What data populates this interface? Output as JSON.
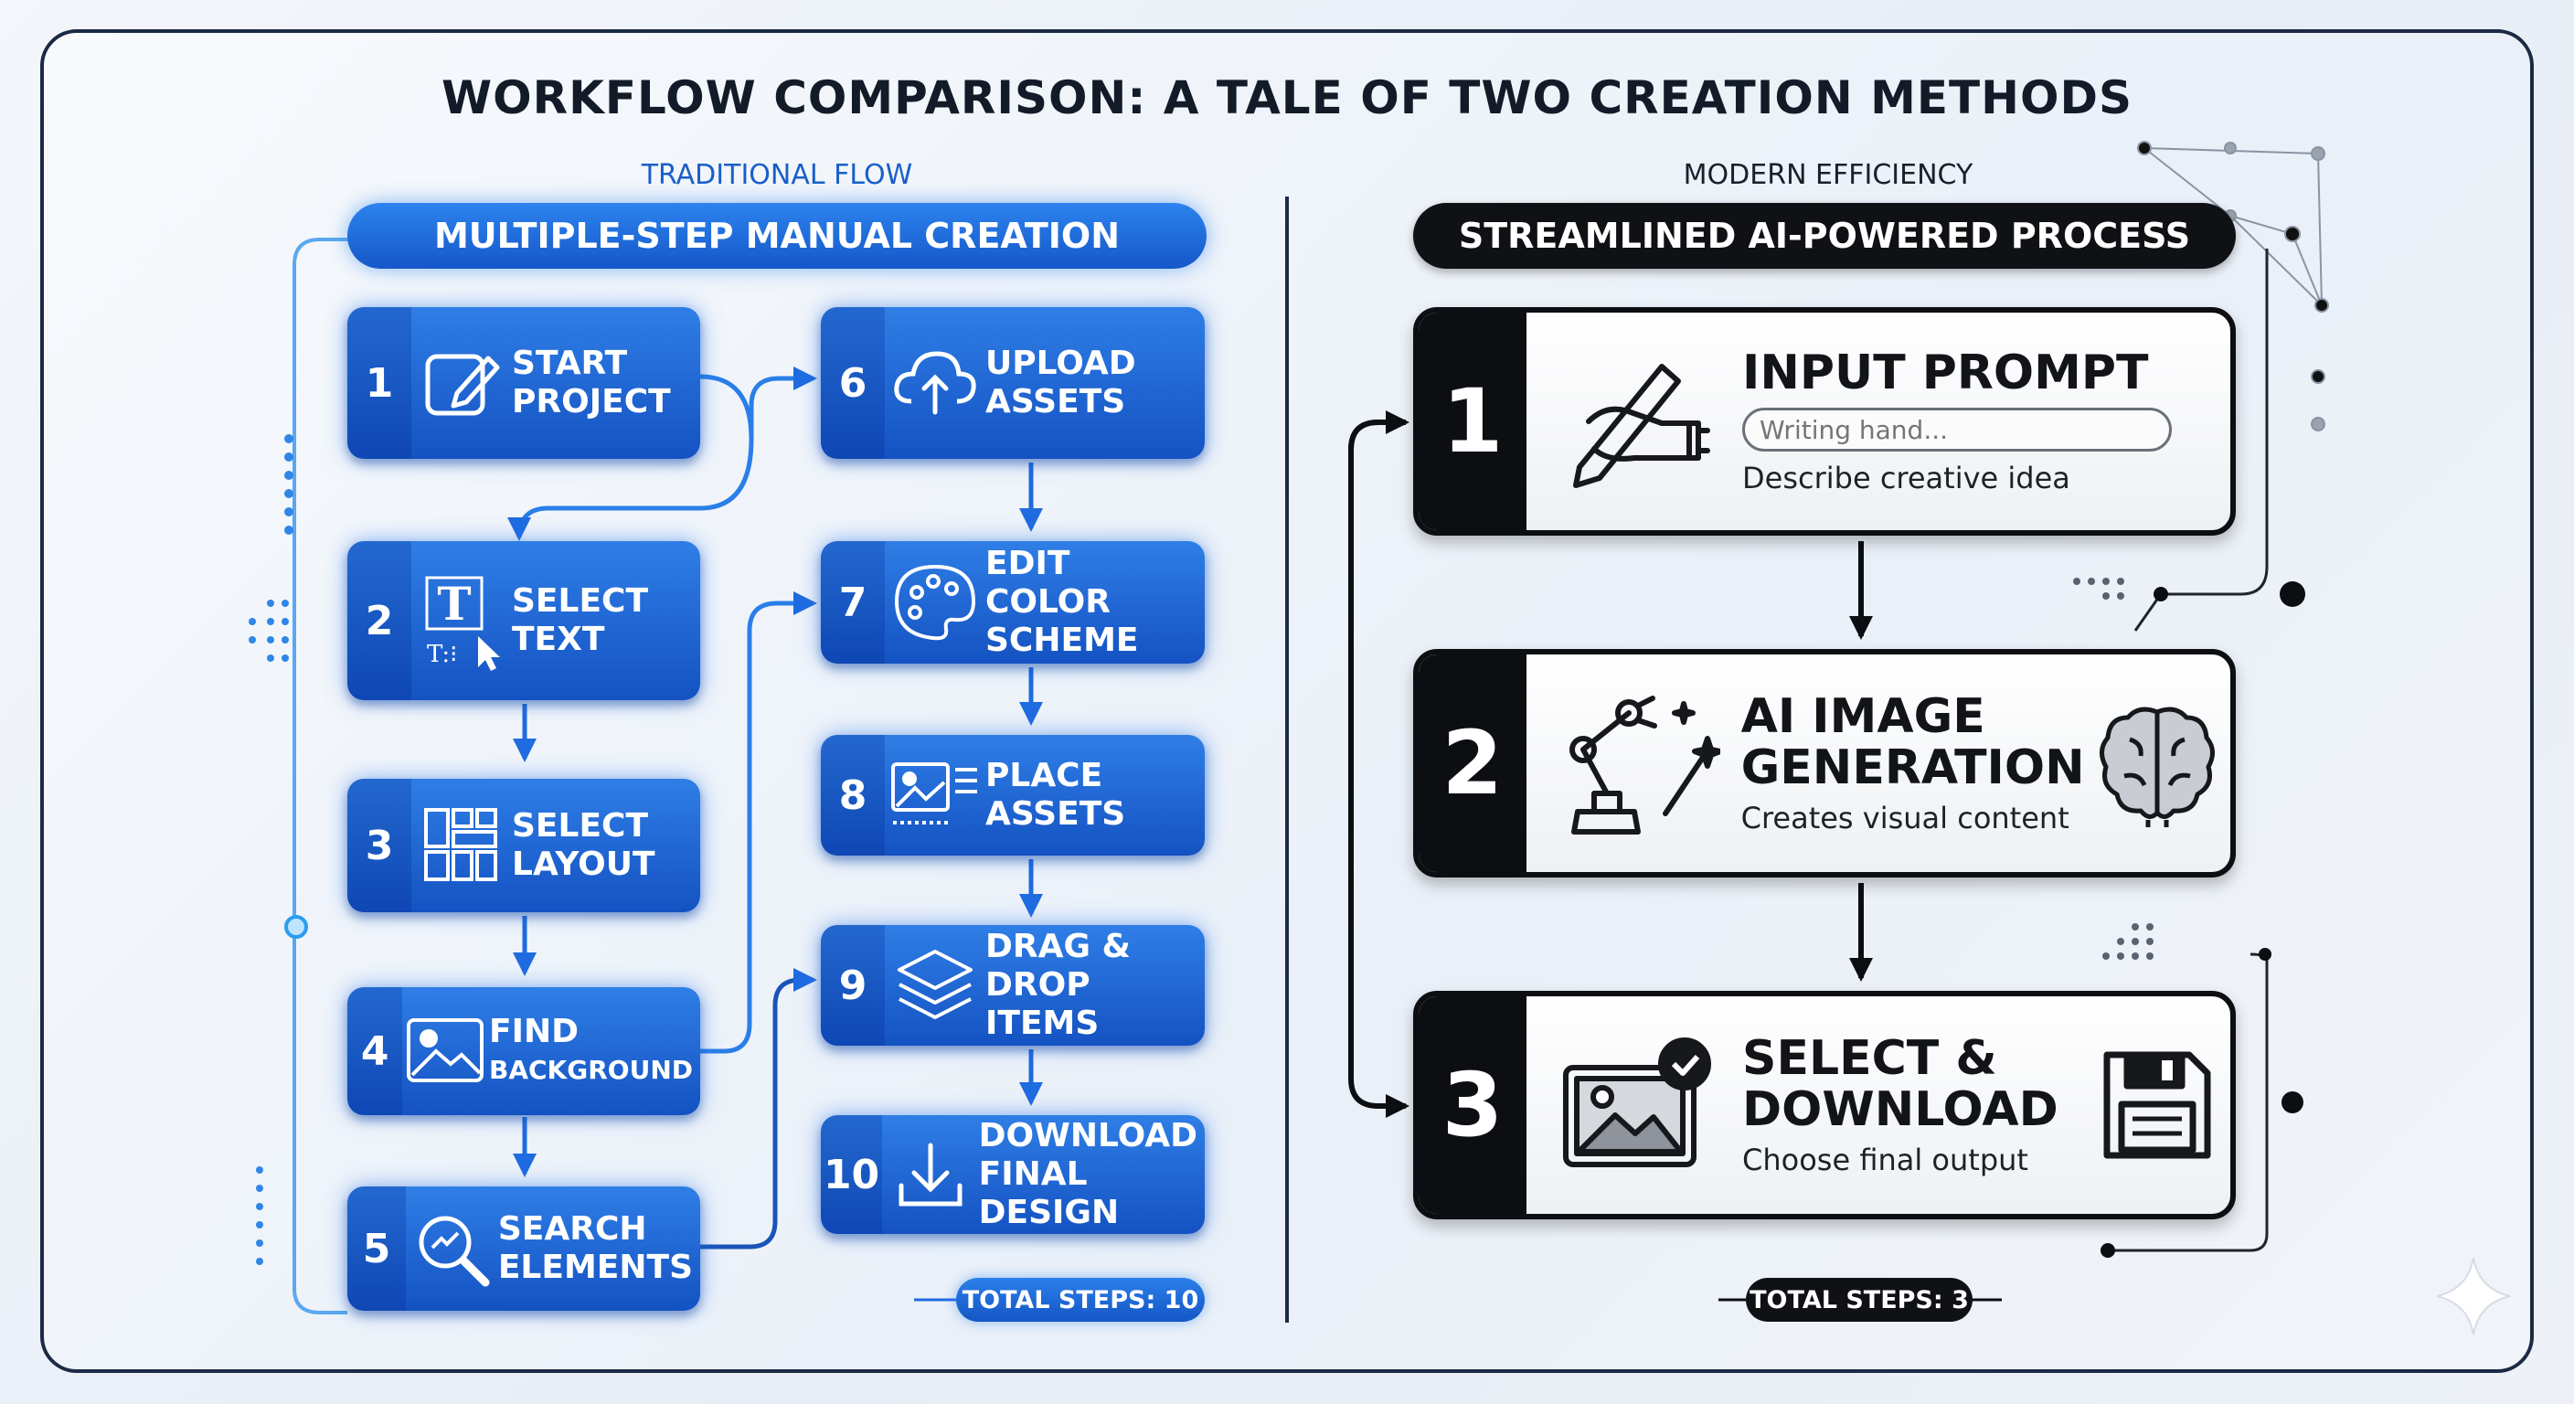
{
  "title": "WORKFLOW COMPARISON: A TALE OF TWO CREATION METHODS",
  "traditional": {
    "label": "TRADITIONAL FLOW",
    "header": "MULTIPLE-STEP MANUAL CREATION",
    "steps": [
      {
        "num": "1",
        "line1": "START",
        "line2": "PROJECT",
        "icon": "edit-icon"
      },
      {
        "num": "2",
        "line1": "SELECT",
        "line2": "TEXT",
        "icon": "text-tool-icon"
      },
      {
        "num": "3",
        "line1": "SELECT",
        "line2": "LAYOUT",
        "icon": "layout-grid-icon"
      },
      {
        "num": "4",
        "line1": "FIND",
        "line2": "BACKGROUND",
        "icon": "image-icon"
      },
      {
        "num": "5",
        "line1": "SEARCH",
        "line2": "ELEMENTS",
        "icon": "search-icon"
      },
      {
        "num": "6",
        "line1": "UPLOAD",
        "line2": "ASSETS",
        "icon": "cloud-upload-icon"
      },
      {
        "num": "7",
        "line1": "EDIT COLOR",
        "line2": "SCHEME",
        "icon": "palette-icon"
      },
      {
        "num": "8",
        "line1": "PLACE",
        "line2": "ASSETS",
        "icon": "image-placement-icon"
      },
      {
        "num": "9",
        "line1": "DRAG &",
        "line2": "DROP ITEMS",
        "icon": "layers-icon"
      },
      {
        "num": "10",
        "line1": "DOWNLOAD",
        "line2": "FINAL DESIGN",
        "icon": "download-icon"
      }
    ],
    "total": "TOTAL STEPS: 10"
  },
  "modern": {
    "label": "MODERN EFFICIENCY",
    "header": "STREAMLINED AI-POWERED PROCESS",
    "steps": [
      {
        "num": "1",
        "title1": "INPUT PROMPT",
        "title2": "",
        "desc": "Describe creative idea",
        "placeholder": "Writing hand...",
        "icon": "writing-hand-icon"
      },
      {
        "num": "2",
        "title1": "AI IMAGE",
        "title2": "GENERATION",
        "desc": "Creates visual content",
        "icon": "robot-arm-icon",
        "side_icon": "brain-icon"
      },
      {
        "num": "3",
        "title1": "SELECT &",
        "title2": "DOWNLOAD",
        "desc": "Choose final output",
        "icon": "image-check-icon",
        "side_icon": "save-disk-icon"
      }
    ],
    "total": "TOTAL STEPS: 3"
  },
  "colors": {
    "accent_blue": "#1a64d6",
    "dark": "#0f1115",
    "background": "#eef2f8"
  }
}
